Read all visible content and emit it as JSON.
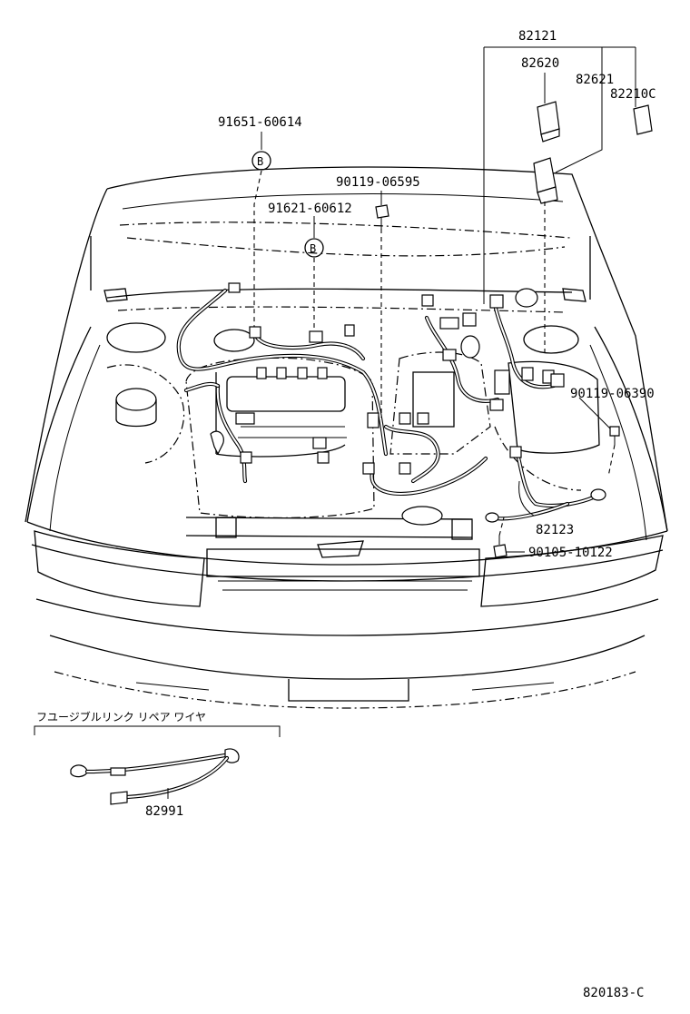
{
  "labels": {
    "p82121": "82121",
    "p82620": "82620",
    "p82621": "82621",
    "p82210c": "82210C",
    "p91651": "91651-60614",
    "p90119a": "90119-06595",
    "p91621": "91621-60612",
    "p90119b": "90119-06390",
    "p82123": "82123",
    "p90105": "90105-10122",
    "fusible": "フユージブルリンク リペア ワイヤ",
    "p82991": "82991",
    "diagram_code": "820183-C",
    "callout_b": "B"
  }
}
